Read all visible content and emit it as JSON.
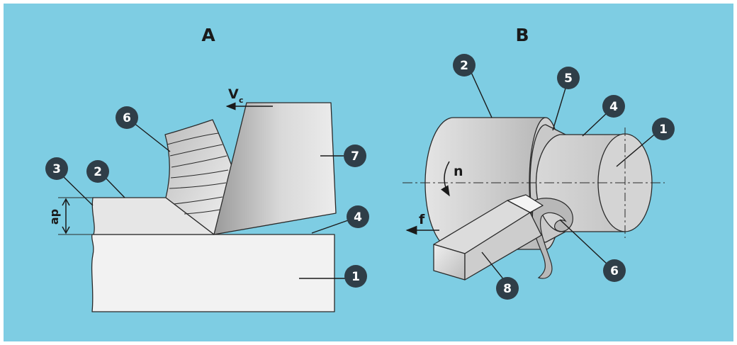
{
  "panels": [
    {
      "id": "A",
      "title": "A"
    },
    {
      "id": "B",
      "title": "B"
    }
  ],
  "panel_a": {
    "depth_label": "ap",
    "speed_label_main": "V",
    "speed_label_sub": "c",
    "callouts": [
      "6",
      "3",
      "2",
      "7",
      "4",
      "1"
    ]
  },
  "panel_b": {
    "rotation_label": "n",
    "feed_label": "f",
    "callouts": [
      "2",
      "5",
      "4",
      "1",
      "6",
      "8"
    ]
  },
  "colors": {
    "background": "#7ecde3",
    "badge": "#2f3e48",
    "light_gray": "#f2f2f2",
    "mid_gray": "#d6d6d6",
    "dark_gray": "#a9a9a9"
  }
}
